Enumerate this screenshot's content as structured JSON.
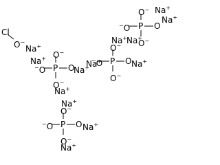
{
  "hypochlorite": {
    "cl": "Cl",
    "o": "O",
    "o_charge": "−"
  },
  "sodium_ions": [
    {
      "symbol": "Na",
      "charge": "+"
    },
    {
      "symbol": "Na",
      "charge": "+"
    },
    {
      "symbol": "Na",
      "charge": "+"
    },
    {
      "symbol": "Na",
      "charge": "+"
    },
    {
      "symbol": "Na",
      "charge": "+"
    },
    {
      "symbol": "Na",
      "charge": "+"
    },
    {
      "symbol": "Na",
      "charge": "+"
    },
    {
      "symbol": "Na",
      "charge": "+"
    },
    {
      "symbol": "Na",
      "charge": "+"
    },
    {
      "symbol": "Na",
      "charge": "+"
    },
    {
      "symbol": "Na",
      "charge": "+"
    },
    {
      "symbol": "Na",
      "charge": "+"
    },
    {
      "symbol": "Na",
      "charge": "+"
    }
  ],
  "phosphates": [
    {
      "p": "P",
      "o_top": "O",
      "o_top_charge": "−",
      "o_left": "O",
      "o_left_charge": "−",
      "o_right": "O",
      "o_bottom": "O",
      "o_bottom_charge": "−"
    },
    {
      "p": "P",
      "o_top": "O",
      "o_top_charge": "−",
      "o_left": "O",
      "o_left_charge": "−",
      "o_right": "O",
      "o_bottom": "O",
      "o_bottom_charge": "−"
    },
    {
      "p": "P",
      "o_top": "O",
      "o_top_charge": "−",
      "o_left": "O",
      "o_left_charge": "−",
      "o_right": "O",
      "o_bottom": "O",
      "o_bottom_charge": "−"
    },
    {
      "p": "P",
      "o_top": "O",
      "o_top_charge": "−",
      "o_left": "O",
      "o_left_charge": "−",
      "o_right": "O",
      "o_bottom": "O",
      "o_bottom_charge": "−"
    }
  ]
}
